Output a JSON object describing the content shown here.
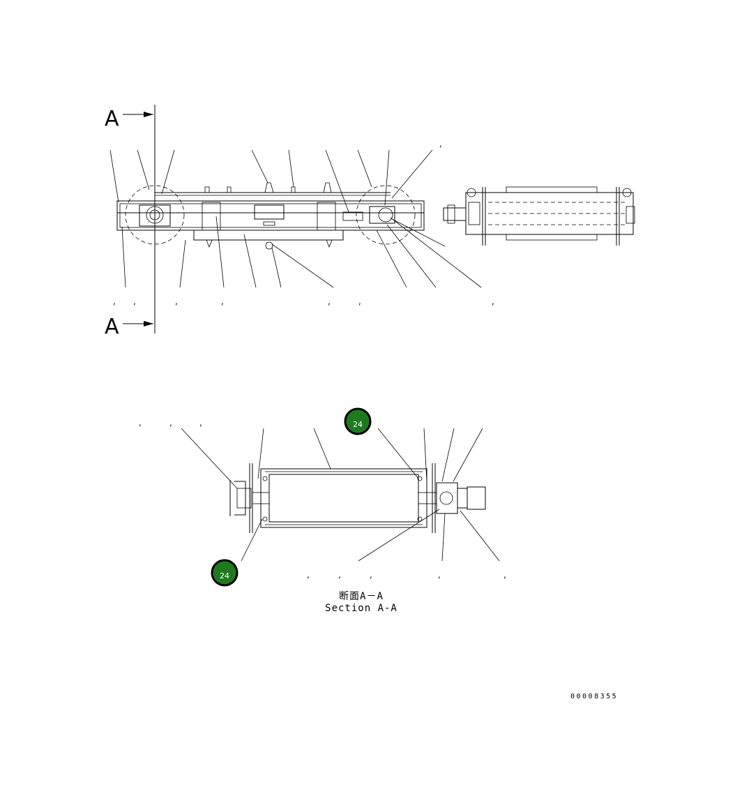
{
  "section_marker": {
    "letter": "A"
  },
  "caption": {
    "japanese": "断面A－A",
    "english": "Section A-A"
  },
  "document_number": "00008355",
  "callouts": [
    {
      "id": "callout-24-upper",
      "number": "24"
    },
    {
      "id": "callout-24-lower",
      "number": "24"
    }
  ],
  "separator": ",",
  "colors": {
    "badge_fill": "#1f7a1f",
    "badge_ring": "#000000",
    "badge_text": "#ffffff",
    "line": "#000000"
  }
}
